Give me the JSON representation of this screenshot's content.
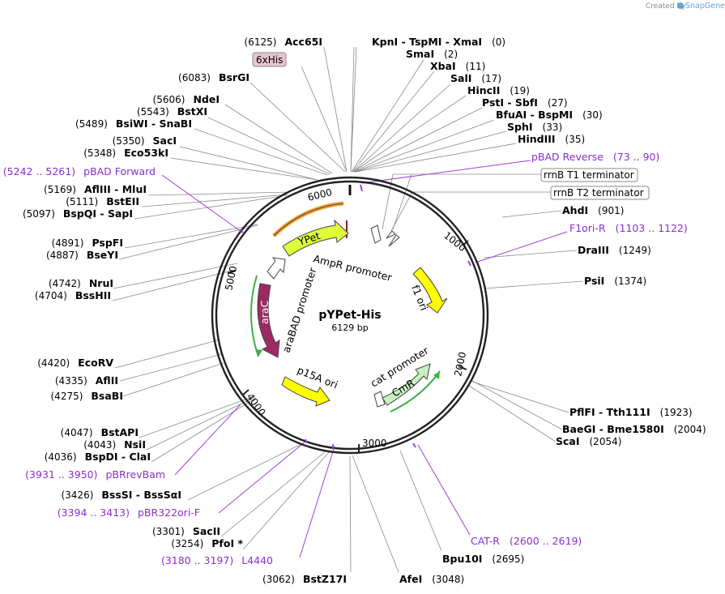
{
  "watermark": {
    "prefix": "Created by",
    "brand": "SnapGene"
  },
  "plasmid": {
    "name": "pYPet-His",
    "size_label": "6129 bp"
  },
  "ruler_ticks": [
    "1000",
    "2000",
    "3000",
    "4000",
    "5000",
    "6000"
  ],
  "features": [
    {
      "name": "YPet",
      "color": "#dfff3b",
      "label_color": "#000000"
    },
    {
      "name": "AmpR promoter",
      "color": "#ffffff",
      "label_color": "#000000"
    },
    {
      "name": "f1 ori",
      "color": "#ffff00",
      "label_color": "#000000"
    },
    {
      "name": "araC",
      "color": "#9b2b62",
      "label_color": "#ffffff"
    },
    {
      "name": "araBAD promoter",
      "color": "#ffffff",
      "label_color": "#000000"
    },
    {
      "name": "p15A ori",
      "color": "#ffff00",
      "label_color": "#000000"
    },
    {
      "name": "cat promoter",
      "color": "#ffffff",
      "label_color": "#000000"
    },
    {
      "name": "CmR",
      "color": "#c8f0c0",
      "label_color": "#000000"
    }
  ],
  "boxed_labels": [
    {
      "text": "rrnB T1 terminator"
    },
    {
      "text": "rrnB T2 terminator"
    },
    {
      "text": "6xHis"
    }
  ],
  "right_sites": [
    {
      "names": [
        "KpnI",
        "TspMI",
        "XmaI"
      ],
      "pos": "(0)"
    },
    {
      "names": [
        "SmaI"
      ],
      "pos": "(2)"
    },
    {
      "names": [
        "XbaI"
      ],
      "pos": "(11)"
    },
    {
      "names": [
        "SalI"
      ],
      "pos": "(17)"
    },
    {
      "names": [
        "HincII"
      ],
      "pos": "(19)"
    },
    {
      "names": [
        "PstI",
        "SbfI"
      ],
      "pos": "(27)"
    },
    {
      "names": [
        "BfuAI",
        "BspMI"
      ],
      "pos": "(30)"
    },
    {
      "names": [
        "SphI"
      ],
      "pos": "(33)"
    },
    {
      "names": [
        "HindIII"
      ],
      "pos": "(35)"
    },
    {
      "names": [
        "AhdI"
      ],
      "pos": "(901)"
    },
    {
      "names": [
        "DraIII"
      ],
      "pos": "(1249)"
    },
    {
      "names": [
        "PsiI"
      ],
      "pos": "(1374)"
    },
    {
      "names": [
        "PflFI",
        "Tth111I"
      ],
      "pos": "(1923)"
    },
    {
      "names": [
        "BaeGI",
        "Bme1580I"
      ],
      "pos": "(2004)"
    },
    {
      "names": [
        "ScaI"
      ],
      "pos": "(2054)"
    },
    {
      "names": [
        "Bpu10I"
      ],
      "pos": "(2695)"
    },
    {
      "names": [
        "AfeI"
      ],
      "pos": "(3048)"
    }
  ],
  "left_sites": [
    {
      "names": [
        "Acc65I"
      ],
      "pos": "(6125)"
    },
    {
      "names": [
        "BsrGI"
      ],
      "pos": "(6083)"
    },
    {
      "names": [
        "NdeI"
      ],
      "pos": "(5606)"
    },
    {
      "names": [
        "BstXI"
      ],
      "pos": "(5543)"
    },
    {
      "names": [
        "BsiWI",
        "SnaBI"
      ],
      "pos": "(5489)"
    },
    {
      "names": [
        "SacI"
      ],
      "pos": "(5350)"
    },
    {
      "names": [
        "Eco53kI"
      ],
      "pos": "(5348)"
    },
    {
      "names": [
        "AflIII",
        "MluI"
      ],
      "pos": "(5169)"
    },
    {
      "names": [
        "BstEII"
      ],
      "pos": "(5111)"
    },
    {
      "names": [
        "BspQI",
        "SapI"
      ],
      "pos": "(5097)"
    },
    {
      "names": [
        "PspFI"
      ],
      "pos": "(4891)"
    },
    {
      "names": [
        "BseYI"
      ],
      "pos": "(4887)"
    },
    {
      "names": [
        "NruI"
      ],
      "pos": "(4742)"
    },
    {
      "names": [
        "BssHII"
      ],
      "pos": "(4704)"
    },
    {
      "names": [
        "EcoRV"
      ],
      "pos": "(4420)"
    },
    {
      "names": [
        "AflII"
      ],
      "pos": "(4335)"
    },
    {
      "names": [
        "BsaBI"
      ],
      "pos": "(4275)"
    },
    {
      "names": [
        "BstAPI"
      ],
      "pos": "(4047)"
    },
    {
      "names": [
        "NsiI"
      ],
      "pos": "(4043)"
    },
    {
      "names": [
        "BspDI",
        "ClaI"
      ],
      "pos": "(4036)"
    },
    {
      "names": [
        "BssSI",
        "BssSαI"
      ],
      "pos": "(3426)"
    },
    {
      "names": [
        "SacII"
      ],
      "pos": "(3301)"
    },
    {
      "names": [
        "PfoI *"
      ],
      "pos": "(3254)"
    },
    {
      "names": [
        "BstZ17I"
      ],
      "pos": "(3062)"
    }
  ],
  "primers": [
    {
      "name": "pBAD Reverse",
      "range": "(73 .. 90)"
    },
    {
      "name": "F1ori-R",
      "range": "(1103 .. 1122)"
    },
    {
      "name": "CAT-R",
      "range": "(2600 .. 2619)"
    },
    {
      "name": "L4440",
      "range": "(3180 .. 3197)"
    },
    {
      "name": "pBR322ori-F",
      "range": "(3394 .. 3413)"
    },
    {
      "name": "pBRrevBam",
      "range": "(3931 .. 3950)"
    },
    {
      "name": "pBAD Forward",
      "range": "(5242 .. 5261)"
    }
  ]
}
